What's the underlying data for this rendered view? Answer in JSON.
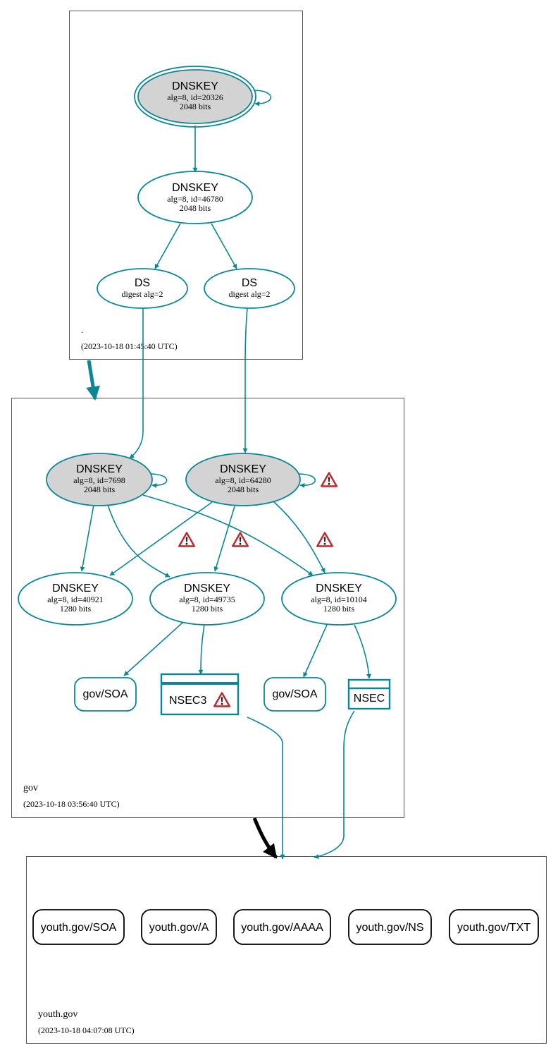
{
  "zones": {
    "root": {
      "name": ".",
      "timestamp": "(2023-10-18 01:45:40 UTC)"
    },
    "gov": {
      "name": "gov",
      "timestamp": "(2023-10-18 03:56:40 UTC)"
    },
    "youth": {
      "name": "youth.gov",
      "timestamp": "(2023-10-18 04:07:08 UTC)"
    }
  },
  "nodes": {
    "root_ksk": {
      "title": "DNSKEY",
      "line1": "alg=8, id=20326",
      "line2": "2048 bits"
    },
    "root_zsk": {
      "title": "DNSKEY",
      "line1": "alg=8, id=46780",
      "line2": "2048 bits"
    },
    "ds1": {
      "title": "DS",
      "line1": "digest alg=2"
    },
    "ds2": {
      "title": "DS",
      "line1": "digest alg=2"
    },
    "gov_ksk1": {
      "title": "DNSKEY",
      "line1": "alg=8, id=7698",
      "line2": "2048 bits"
    },
    "gov_ksk2": {
      "title": "DNSKEY",
      "line1": "alg=8, id=64280",
      "line2": "2048 bits"
    },
    "gov_zsk1": {
      "title": "DNSKEY",
      "line1": "alg=8, id=40921",
      "line2": "1280 bits"
    },
    "gov_zsk2": {
      "title": "DNSKEY",
      "line1": "alg=8, id=49735",
      "line2": "1280 bits"
    },
    "gov_zsk3": {
      "title": "DNSKEY",
      "line1": "alg=8, id=10104",
      "line2": "1280 bits"
    },
    "gov_soa1": {
      "label": "gov/SOA"
    },
    "gov_soa2": {
      "label": "gov/SOA"
    },
    "nsec3": {
      "label": "NSEC3"
    },
    "nsec": {
      "label": "NSEC"
    }
  },
  "records": [
    "youth.gov/SOA",
    "youth.gov/A",
    "youth.gov/AAAA",
    "youth.gov/NS",
    "youth.gov/TXT"
  ],
  "colors": {
    "edge": "#0a8796",
    "ksk_fill": "#d3d3d3",
    "warning": "#c0272d"
  },
  "icons": {
    "warning": "warning-icon"
  }
}
